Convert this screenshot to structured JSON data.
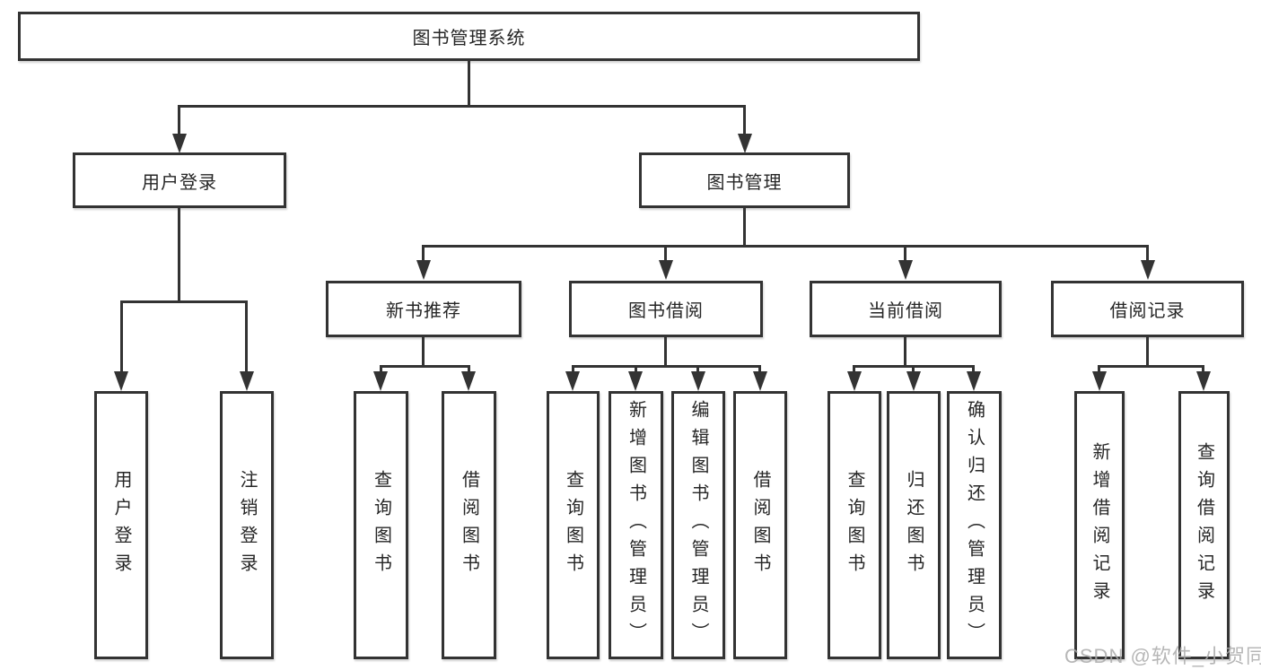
{
  "page": {
    "background": "#ffffff"
  },
  "diagram": {
    "type": "hierarchy-tree",
    "line_color": "#333333",
    "box_border_color": "#333333",
    "box_fill": "#ffffff",
    "text_color": "#262626",
    "tree": {
      "label": "图书管理系统",
      "children": [
        {
          "label": "用户登录",
          "children": [
            {
              "label": "用户登录"
            },
            {
              "label": "注销登录"
            }
          ]
        },
        {
          "label": "图书管理",
          "children": [
            {
              "label": "新书推荐",
              "children": [
                {
                  "label": "查询图书"
                },
                {
                  "label": "借阅图书"
                }
              ]
            },
            {
              "label": "图书借阅",
              "children": [
                {
                  "label": "查询图书"
                },
                {
                  "label": "新增图书（管理员）"
                },
                {
                  "label": "编辑图书（管理员）"
                },
                {
                  "label": "借阅图书"
                }
              ]
            },
            {
              "label": "当前借阅",
              "children": [
                {
                  "label": "查询图书"
                },
                {
                  "label": "归还图书"
                },
                {
                  "label": "确认归还（管理员）"
                }
              ]
            },
            {
              "label": "借阅记录",
              "children": [
                {
                  "label": "新增借阅记录"
                },
                {
                  "label": "查询借阅记录"
                }
              ]
            }
          ]
        }
      ]
    }
  },
  "watermark": {
    "text": "CSDN @软件_小贺同学",
    "color": "#aaaaaa"
  }
}
